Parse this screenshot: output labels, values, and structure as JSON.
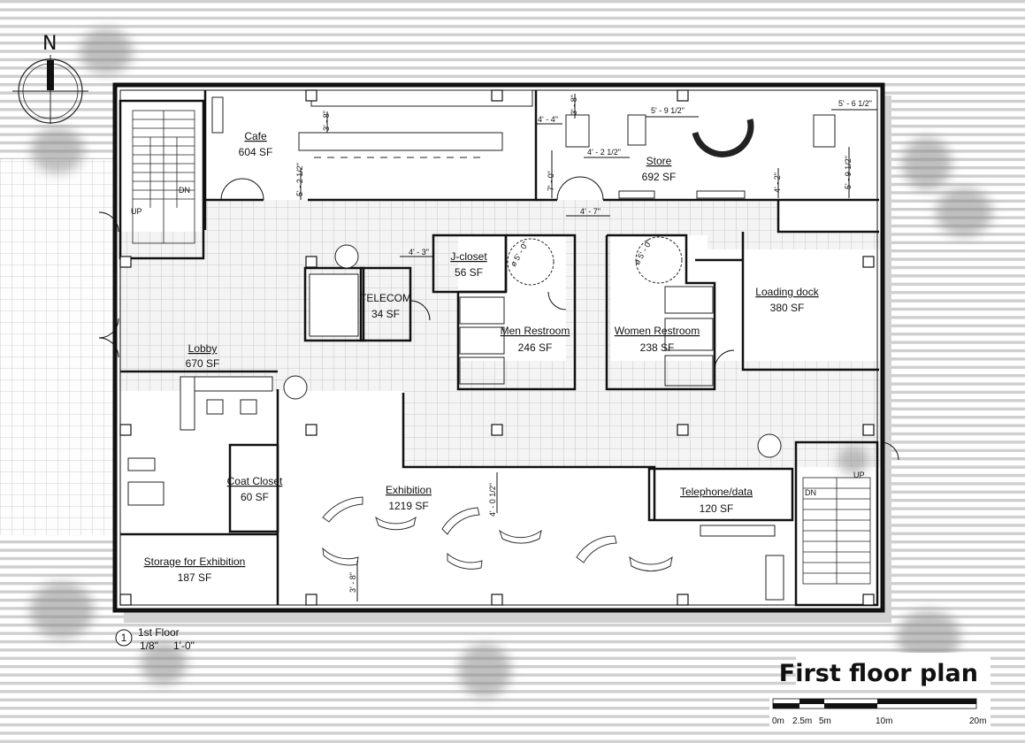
{
  "title": "First floor plan",
  "north_label": "N",
  "caption": {
    "number": "1",
    "floor": "1st Floor",
    "scale_a": "1/8\"",
    "scale_b": "1'-0\""
  },
  "rooms": [
    {
      "id": "cafe",
      "name": "Cafe",
      "area": "604 SF"
    },
    {
      "id": "store",
      "name": "Store",
      "area": "692 SF"
    },
    {
      "id": "jcloset",
      "name": "J-closet",
      "area": "56 SF"
    },
    {
      "id": "telecom",
      "name": "TELECOM",
      "area": "34 SF"
    },
    {
      "id": "men",
      "name": "Men Restroom",
      "area": "246 SF"
    },
    {
      "id": "women",
      "name": "Women Restroom",
      "area": "238 SF"
    },
    {
      "id": "loading",
      "name": "Loading dock",
      "area": "380 SF"
    },
    {
      "id": "lobby",
      "name": "Lobby",
      "area": "670 SF"
    },
    {
      "id": "coat",
      "name": "Coat Closet",
      "area": "60 SF"
    },
    {
      "id": "exhibition",
      "name": "Exhibition",
      "area": "1219 SF"
    },
    {
      "id": "telephone",
      "name": "Telephone/data",
      "area": "120 SF"
    },
    {
      "id": "storage",
      "name": "Storage for Exhibition",
      "area": "187 SF"
    }
  ],
  "stairs": {
    "left_up": "UP",
    "left_dn": "DN",
    "right_up": "UP",
    "right_dn": "DN"
  },
  "dimensions": [
    {
      "id": "d1",
      "text": "3' - 8\""
    },
    {
      "id": "d2",
      "text": "5' - 2 1/2\""
    },
    {
      "id": "d3",
      "text": "4' - 4\""
    },
    {
      "id": "d4",
      "text": "3' - 8\""
    },
    {
      "id": "d5",
      "text": "5' - 9 1/2\""
    },
    {
      "id": "d6",
      "text": "5' - 6 1/2\""
    },
    {
      "id": "d7",
      "text": "4' - 2 1/2\""
    },
    {
      "id": "d8",
      "text": "7' - 0\""
    },
    {
      "id": "d9",
      "text": "4' - 2\""
    },
    {
      "id": "d10",
      "text": "5' - 9 1/2\""
    },
    {
      "id": "d11",
      "text": "4' - 7\""
    },
    {
      "id": "d12",
      "text": "4' - 3\""
    },
    {
      "id": "d13",
      "text": "ø 5' - 0\""
    },
    {
      "id": "d14",
      "text": "ø 5' - 0\""
    },
    {
      "id": "d15",
      "text": "4' - 0 1/2\""
    },
    {
      "id": "d16",
      "text": "3' - 8\""
    }
  ],
  "scale_bar": {
    "labels": [
      "0m",
      "2.5m",
      "5m",
      "10m",
      "20m"
    ]
  }
}
